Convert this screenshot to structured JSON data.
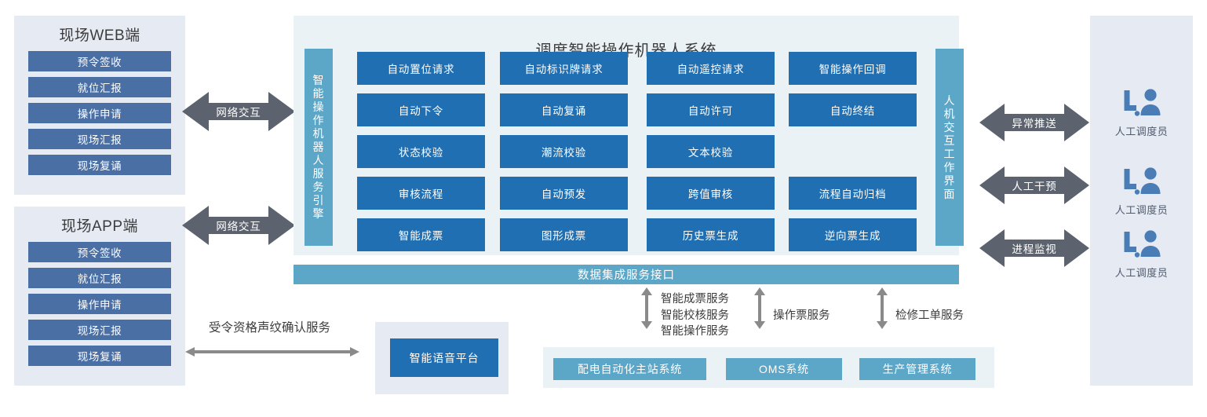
{
  "diagram": {
    "title": "调度智能操作机器人系统",
    "colors": {
      "tile_blue": "#1f6fb2",
      "tile_steel": "#4a6fa5",
      "teal": "#5ca6c8",
      "panel_gray_blue": "#e6eaf3",
      "panel_pale": "#eaf2f6",
      "arrow_gray": "#5c636e",
      "thin_arrow_gray": "#8a8a8a"
    }
  },
  "web_client": {
    "title": "现场WEB端",
    "items": [
      "预令签收",
      "就位汇报",
      "操作申请",
      "现场汇报",
      "现场复诵"
    ]
  },
  "app_client": {
    "title": "现场APP端",
    "items": [
      "预令签收",
      "就位汇报",
      "操作申请",
      "现场汇报",
      "现场复诵"
    ]
  },
  "network_arrows": [
    {
      "label": "网络交互"
    },
    {
      "label": "网络交互"
    }
  ],
  "robot_panel": {
    "title": "调度智能操作机器人系统",
    "left_bar": "智能操作机器人服务引擎",
    "right_bar": "人机交互工作界面",
    "rows": [
      [
        "自动置位请求",
        "自动标识牌请求",
        "自动遥控请求",
        "智能操作回调"
      ],
      [
        "自动下令",
        "自动复诵",
        "自动许可",
        "自动终结"
      ],
      [
        "状态校验",
        "潮流校验",
        "文本校验"
      ],
      [
        "审核流程",
        "自动预发",
        "跨值审核",
        "流程自动归档"
      ],
      [
        "智能成票",
        "图形成票",
        "历史票生成",
        "逆向票生成"
      ]
    ]
  },
  "human_arrows": [
    {
      "label": "异常推送"
    },
    {
      "label": "人工干预"
    },
    {
      "label": "进程监视"
    }
  ],
  "operators": {
    "items": [
      {
        "label": "人工调度员",
        "icon": "operator-desk-icon"
      },
      {
        "label": "人工调度员",
        "icon": "operator-desk-icon"
      },
      {
        "label": "人工调度员",
        "icon": "operator-desk-icon"
      }
    ]
  },
  "data_bar": {
    "label": "数据集成服务接口"
  },
  "service_links": [
    {
      "lines": [
        "智能成票服务",
        "智能校核服务",
        "智能操作服务"
      ]
    },
    {
      "lines": [
        "操作票服务"
      ]
    },
    {
      "lines": [
        "检修工单服务"
      ]
    }
  ],
  "external_systems": {
    "items": [
      "配电自动化主站系统",
      "OMS系统",
      "生产管理系统"
    ]
  },
  "voice": {
    "link_label": "受令资格声纹确认服务",
    "platform_label": "智能语音平台"
  }
}
